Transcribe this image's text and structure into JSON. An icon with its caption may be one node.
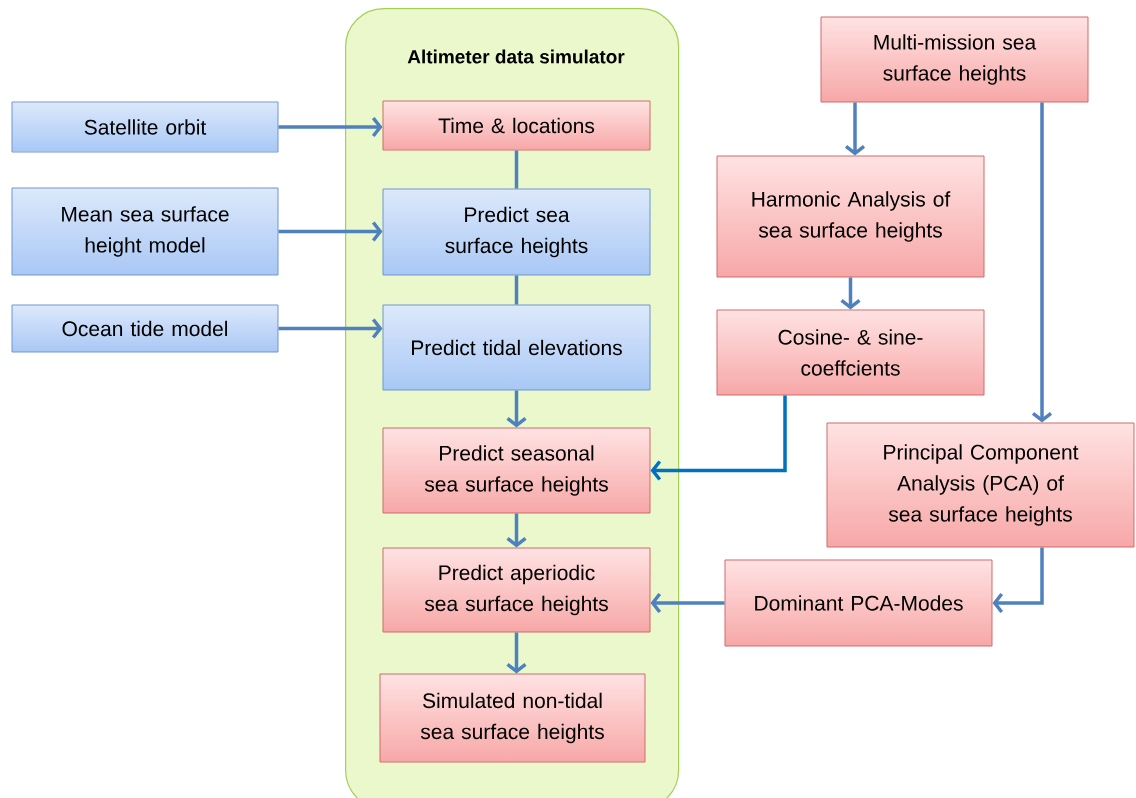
{
  "diagram": {
    "nodes": [
      {
        "text": [
          "Altimeter data simulator"
        ]
      },
      {
        "text": [
          "Satellite orbit"
        ]
      },
      {
        "text": [
          "Time & locations"
        ],
        "in": 0
      },
      {
        "text": [
          "Mean sea surface height model"
        ]
      },
      {
        "text": [
          "Predict sea surface heights"
        ],
        "in": 0
      },
      {
        "text": [
          "Ocean tide model"
        ]
      },
      {
        "text": [
          "Predict tidal elevations"
        ],
        "in": 0
      },
      {
        "text": [
          "Predict seasonal sea surface heights"
        ],
        "in": 0
      },
      {
        "text": [
          "Predict aperiodic sea surface heights"
        ],
        "in": 0
      },
      {
        "text": [
          "Simulated non-tidal sea surface heights"
        ],
        "in": 0
      },
      {
        "text": [
          "Multi-mission sea surface heights"
        ]
      },
      {
        "text": [
          "Harmonic Analysis of sea surface heights"
        ]
      },
      {
        "text": [
          "Cosine- & sine-coeffcients"
        ]
      },
      {
        "text": [
          "Principal Component Analysis (PCA) of sea surface heights"
        ]
      },
      {
        "text": [
          "Dominant PCA-Modes"
        ]
      }
    ],
    "edges": [
      {
        "from": 1,
        "to": 2,
        "arrow": "to"
      },
      {
        "from": 3,
        "to": 4,
        "arrow": "to"
      },
      {
        "from": 5,
        "to": 6,
        "arrow": "to"
      },
      {
        "from": 2,
        "to": 4,
        "arrow": "none"
      },
      {
        "from": 4,
        "to": 6,
        "arrow": "none"
      },
      {
        "from": 6,
        "to": 7,
        "arrow": "to"
      },
      {
        "from": 7,
        "to": 8,
        "arrow": "to"
      },
      {
        "from": 8,
        "to": 9,
        "arrow": "to"
      },
      {
        "from": 10,
        "to": 11,
        "arrow": "to"
      },
      {
        "from": 11,
        "to": 12,
        "arrow": "to"
      },
      {
        "from": 10,
        "to": 13,
        "arrow": "to"
      },
      {
        "from": 12,
        "to": 7,
        "arrow": "to",
        "color": "#0070c0"
      },
      {
        "from": 13,
        "to": 14,
        "arrow": "to"
      },
      {
        "from": 14,
        "to": 8,
        "arrow": "to"
      }
    ]
  }
}
